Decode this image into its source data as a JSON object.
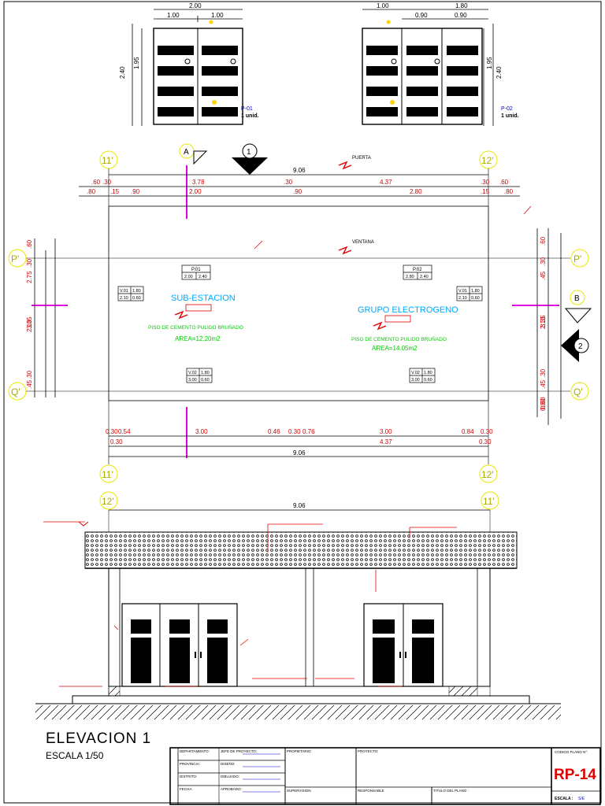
{
  "door_top_left": {
    "dim_total": "2.00",
    "dim_a": "1.00",
    "dim_b": "1.00",
    "height_total": "2.40",
    "height_leaf": "1.95",
    "tag": "P-01",
    "qty": "1 unid."
  },
  "door_top_right": {
    "dim_a": "1.00",
    "dim_total": "1.80",
    "dim_b": "0.90",
    "dim_c": "0.90",
    "height_total": "2.40",
    "height_leaf": "1.95",
    "tag": "P-02",
    "qty": "1 unid."
  },
  "plan": {
    "axis_left": "11'",
    "axis_right": "12'",
    "axis_top": "P'",
    "axis_bottom": "Q'",
    "section_a": "A",
    "section_b": "B",
    "elev_1": "1",
    "elev_2": "2",
    "overall_width": "9.06",
    "top_dims_row1": [
      ".60",
      ".30",
      "3.78",
      ".30",
      "4.37",
      ".30",
      ".60"
    ],
    "top_dims_row2": [
      ".80",
      ".15",
      ".90",
      "2.00",
      ".90",
      "2.80",
      ".15",
      ".80"
    ],
    "bottom_dims_row1": [
      "0.30",
      "0.54",
      "3.00",
      "0.46",
      "0.30",
      "0.76",
      "3.00",
      "0.84",
      "0.30"
    ],
    "bottom_dims_row2": [
      "0.30",
      "4.37",
      "0.30"
    ],
    "bottom_overall": "9.06",
    "left_dims": [
      ".60",
      ".30",
      "2.75",
      "2.10",
      "3.35",
      ".30",
      ".45"
    ],
    "right_dims": [
      ".60",
      ".30",
      ".45",
      "2.10",
      "3.35",
      ".30",
      ".45",
      "0.80",
      "0.60"
    ],
    "room1_name": "SUB-ESTACION",
    "room1_floor": "PISO DE CEMENTO PULIDO BRUÑADO",
    "room1_area": "AREA=12.20m2",
    "room2_name": "GRUPO ELECTROGENO",
    "room2_floor": "PISO DE CEMENTO PULIDO BRUÑADO",
    "room2_area": "AREA=14.05m2",
    "label_puerta": "PUERTA",
    "label_ventana": "VENTANA",
    "tags": {
      "p01": "P.01",
      "p01_w": "2.00",
      "p01_h": "2.40",
      "p02": "P.02",
      "p02_w": "2.80",
      "p02_h": "2.40",
      "v01a": "V.01",
      "v01a_w": "1.80",
      "v01a_h1": "2.10",
      "v01a_h2": "0.60",
      "v01b": "V.01",
      "v01b_w": "1.80",
      "v01b_h1": "2.10",
      "v01b_h2": "0.60",
      "v02a": "V.02",
      "v02a_w": "1.80",
      "v02a_h1": "3.00",
      "v02a_h2": "0.60",
      "v02b": "V.02",
      "v02b_w": "1.80",
      "v02b_h1": "3.00",
      "v02b_h2": "0.60"
    }
  },
  "elevation": {
    "axis_left": "12'",
    "axis_right": "11'",
    "overall_width": "9.06",
    "title": "ELEVACION 1",
    "scale": "ESCALA 1/50"
  },
  "title_block": {
    "sheet_code": "RP-14",
    "code_label": "CODIGO PLANO N°:",
    "scale_label": "ESCALA :",
    "scale_value": "S/E",
    "row_labels": [
      "DEPARTAMENTO:",
      "PROVINCIA:",
      "DISTRITO:",
      "FECHA:"
    ],
    "row_labels2": [
      "JEFE DE PROYECTO:",
      "DISEÑO:",
      "DIBUJADO:",
      "APROBADO:"
    ],
    "col_propietario": "PROPIETARIO:",
    "col_proyecto": "PROYECTO:",
    "col_supervision": "SUPERVISION",
    "col_responsable": "RESPONSABLE",
    "col_titulo": "TITULO DEL PLANO :"
  }
}
